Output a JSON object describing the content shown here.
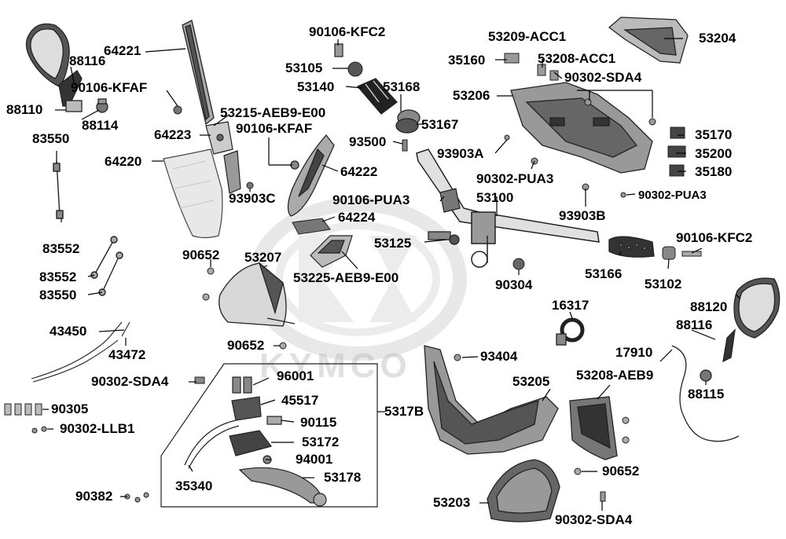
{
  "watermark": "KYMCO",
  "labels": {
    "l_88116a": "88116",
    "l_64221": "64221",
    "l_90106kfc2a": "90106-KFC2",
    "l_53209": "53209-ACC1",
    "l_53204": "53204",
    "l_90106kfafa": "90106-KFAF",
    "l_53105": "53105",
    "l_35160": "35160",
    "l_53208acc1": "53208-ACC1",
    "l_88110": "88110",
    "l_53140": "53140",
    "l_53168": "53168",
    "l_90302sda4a": "90302-SDA4",
    "l_88114": "88114",
    "l_53215": "53215-AEB9-E00",
    "l_53206": "53206",
    "l_90106kfafb": "90106-KFAF",
    "l_53167": "53167",
    "l_64223": "64223",
    "l_35170": "35170",
    "l_83550a": "83550",
    "l_93500": "93500",
    "l_35200": "35200",
    "l_93903a": "93903A",
    "l_64220": "64220",
    "l_64222": "64222",
    "l_35180": "35180",
    "l_90302pua3a": "90302-PUA3",
    "l_93903c": "93903C",
    "l_90106pua3": "90106-PUA3",
    "l_53100": "53100",
    "l_90302pua3b": "90302-PUA3",
    "l_64224": "64224",
    "l_93903b": "93903B",
    "l_83552a": "83552",
    "l_53125": "53125",
    "l_90106kfc2b": "90106-KFC2",
    "l_90652a": "90652",
    "l_53207": "53207",
    "l_83552b": "83552",
    "l_53225": "53225-AEB9-E00",
    "l_53166": "53166",
    "l_53102": "53102",
    "l_83550b": "83550",
    "l_90304": "90304",
    "l_88120": "88120",
    "l_16317": "16317",
    "l_43450": "43450",
    "l_88116b": "88116",
    "l_90652b": "90652",
    "l_43472": "43472",
    "l_93404": "93404",
    "l_17910": "17910",
    "l_96001": "96001",
    "l_53205": "53205",
    "l_53208aeb9": "53208-AEB9",
    "l_90302sda4b": "90302-SDA4",
    "l_88115": "88115",
    "l_45517": "45517",
    "l_90305": "90305",
    "l_5317b": "5317B",
    "l_90115": "90115",
    "l_90302llb1": "90302-LLB1",
    "l_53172": "53172",
    "l_94001": "94001",
    "l_90652c": "90652",
    "l_53178": "53178",
    "l_35340": "35340",
    "l_90382": "90382",
    "l_53203": "53203",
    "l_90302sda4c": "90302-SDA4"
  }
}
